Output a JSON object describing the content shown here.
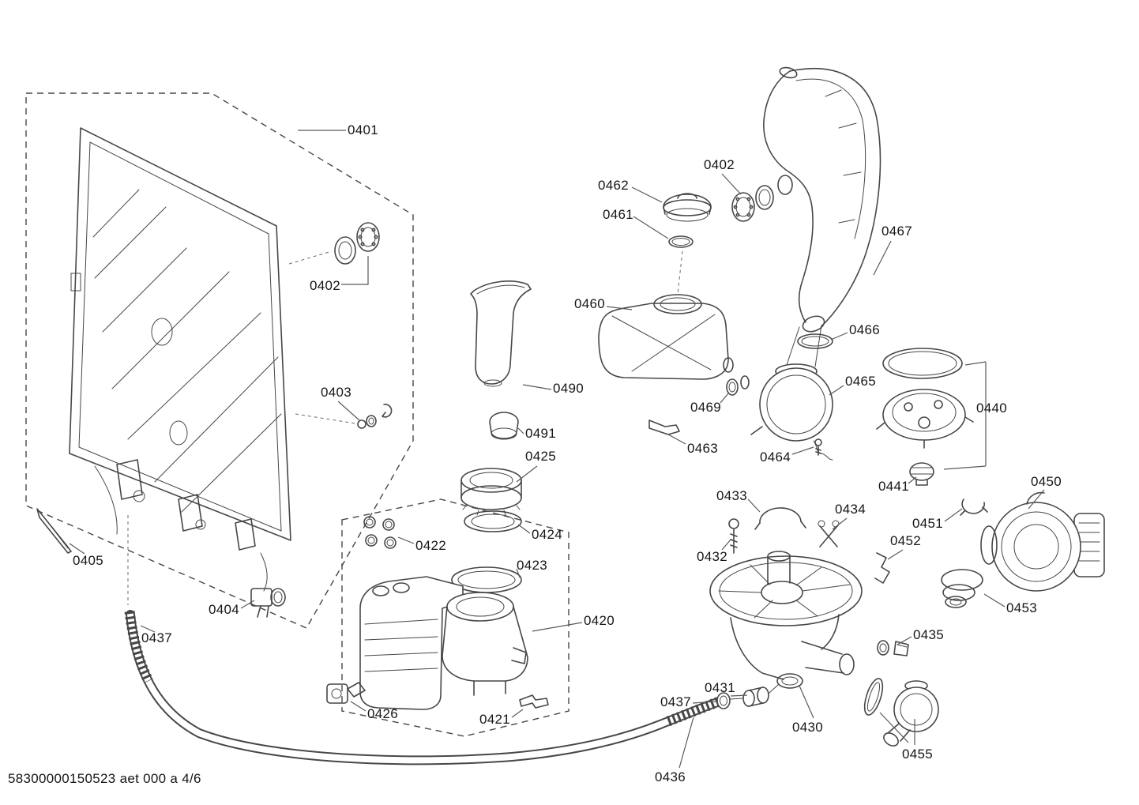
{
  "colors": {
    "background": "#ffffff",
    "ink": "#474747",
    "text": "#161616"
  },
  "footer": {
    "code": "58300000150523 aet 000 a 4/6"
  },
  "diagram": {
    "type": "exploded-parts-diagram",
    "labels": [
      {
        "id": "0401",
        "text": "0401"
      },
      {
        "id": "0402",
        "text": "0402"
      },
      {
        "id": "0403",
        "text": "0403"
      },
      {
        "id": "0404",
        "text": "0404"
      },
      {
        "id": "0405",
        "text": "0405"
      },
      {
        "id": "0437",
        "text": "0437"
      },
      {
        "id": "0402-2",
        "text": "0402"
      },
      {
        "id": "0462",
        "text": "0462"
      },
      {
        "id": "0461",
        "text": "0461"
      },
      {
        "id": "0467",
        "text": "0467"
      },
      {
        "id": "0460",
        "text": "0460"
      },
      {
        "id": "0466",
        "text": "0466"
      },
      {
        "id": "0465",
        "text": "0465"
      },
      {
        "id": "0490",
        "text": "0490"
      },
      {
        "id": "0469",
        "text": "0469"
      },
      {
        "id": "0491",
        "text": "0491"
      },
      {
        "id": "0463",
        "text": "0463"
      },
      {
        "id": "0464",
        "text": "0464"
      },
      {
        "id": "0440",
        "text": "0440"
      },
      {
        "id": "0425",
        "text": "0425"
      },
      {
        "id": "0441",
        "text": "0441"
      },
      {
        "id": "0450",
        "text": "0450"
      },
      {
        "id": "0433",
        "text": "0433"
      },
      {
        "id": "0434",
        "text": "0434"
      },
      {
        "id": "0451",
        "text": "0451"
      },
      {
        "id": "0424",
        "text": "0424"
      },
      {
        "id": "0452",
        "text": "0452"
      },
      {
        "id": "0422",
        "text": "0422"
      },
      {
        "id": "0432",
        "text": "0432"
      },
      {
        "id": "0423",
        "text": "0423"
      },
      {
        "id": "0453",
        "text": "0453"
      },
      {
        "id": "0420",
        "text": "0420"
      },
      {
        "id": "0435",
        "text": "0435"
      },
      {
        "id": "0426",
        "text": "0426"
      },
      {
        "id": "0421",
        "text": "0421"
      },
      {
        "id": "0431",
        "text": "0431"
      },
      {
        "id": "0437-2",
        "text": "0437"
      },
      {
        "id": "0430",
        "text": "0430"
      },
      {
        "id": "0436",
        "text": "0436"
      },
      {
        "id": "0455",
        "text": "0455"
      }
    ]
  }
}
